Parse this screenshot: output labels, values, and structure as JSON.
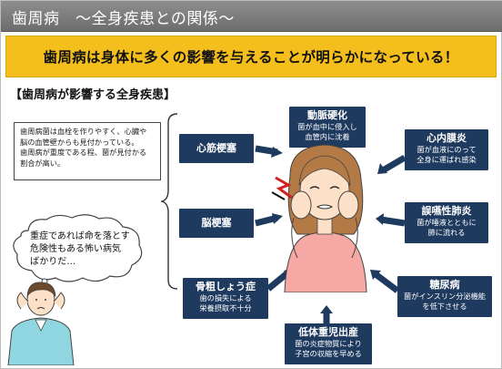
{
  "header": {
    "title": "歯周病　～全身疾患との関係～"
  },
  "banner": {
    "text": "歯周病は身体に多くの影響を与えることが明らかになっている！"
  },
  "section": {
    "heading": "【歯周病が影響する全身疾患】"
  },
  "info": {
    "lines": [
      "歯周病菌は血栓を作りやすく、心臓や",
      "脳の血管壁からも見付かっている。",
      "歯周病が重度である程、菌が見付かる",
      "割合が高い。"
    ]
  },
  "left_diseases": [
    {
      "title": "心筋梗塞"
    },
    {
      "title": "脳梗塞"
    }
  ],
  "diseases": {
    "arteriosclerosis": {
      "title": "動脈硬化",
      "desc1": "菌が血中に侵入し",
      "desc2": "血管内に沈着"
    },
    "endocarditis": {
      "title": "心内膜炎",
      "desc1": "菌が血液にのって",
      "desc2": "全身に運ばれ感染"
    },
    "pneumonia": {
      "title": "誤嚥性肺炎",
      "desc1": "菌が唾液とともに",
      "desc2": "肺に流れる"
    },
    "osteoporosis": {
      "title": "骨粗しょう症",
      "desc1": "歯の損失による",
      "desc2": "栄養摂取不十分"
    },
    "diabetes": {
      "title": "糖尿病",
      "desc1": "菌がインスリン分泌機能",
      "desc2": "を低下させる"
    },
    "low_birth_weight": {
      "title": "低体重児出産",
      "desc1": "菌の炎症物質により",
      "desc2": "子宮の収縮を早める"
    }
  },
  "bubble": {
    "lines": [
      "重症であれば命を落とす",
      "危険性もある怖い病気",
      "ばかりだ…"
    ]
  },
  "colors": {
    "banner": "#f4bf1c",
    "navy": "#1f3a5f",
    "title_bar": "#7a7a7a"
  }
}
